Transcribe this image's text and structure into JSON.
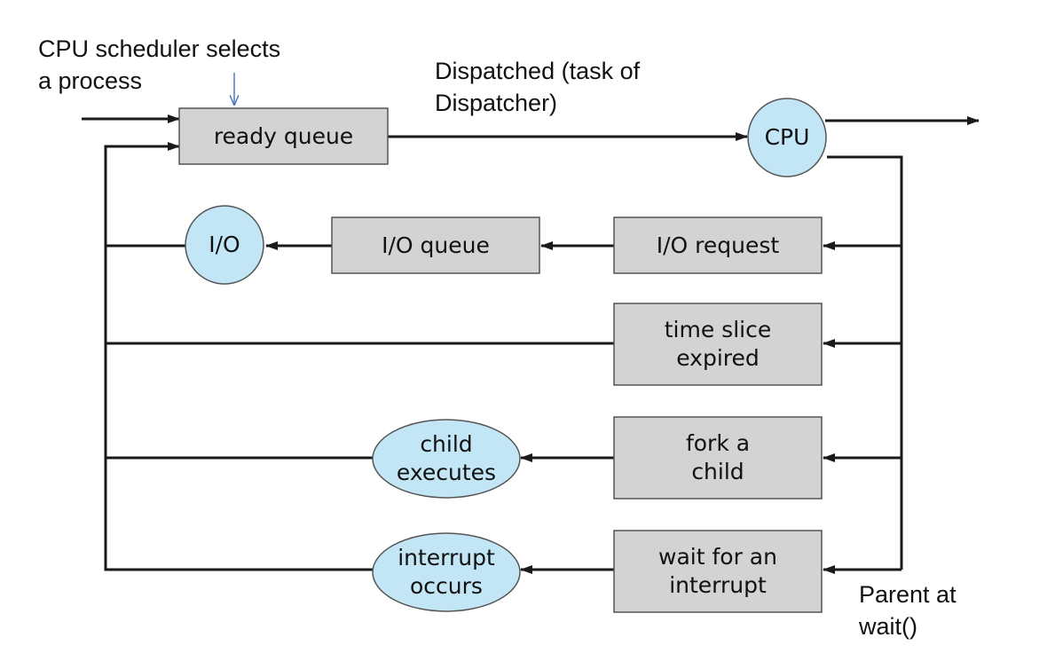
{
  "nodes": {
    "ready_queue": "ready queue",
    "cpu": "CPU",
    "io": "I/O",
    "io_queue": "I/O queue",
    "io_request": "I/O request",
    "time_slice": "time slice\nexpired",
    "fork": "fork a\nchild",
    "child_executes": "child\nexecutes",
    "wait_interrupt": "wait for an\ninterrupt",
    "interrupt_occurs": "interrupt\noccurs"
  },
  "annotations": {
    "scheduler": "CPU scheduler selects\na process",
    "dispatched": "Dispatched (task of\nDispatcher)",
    "parent": "Parent at\nwait()"
  },
  "colors": {
    "box_fill": "#d3d3d3",
    "circle_fill": "#c2e6f6",
    "line": "#1a1a1a",
    "scheduler_arrow": "#4a7bbf"
  }
}
